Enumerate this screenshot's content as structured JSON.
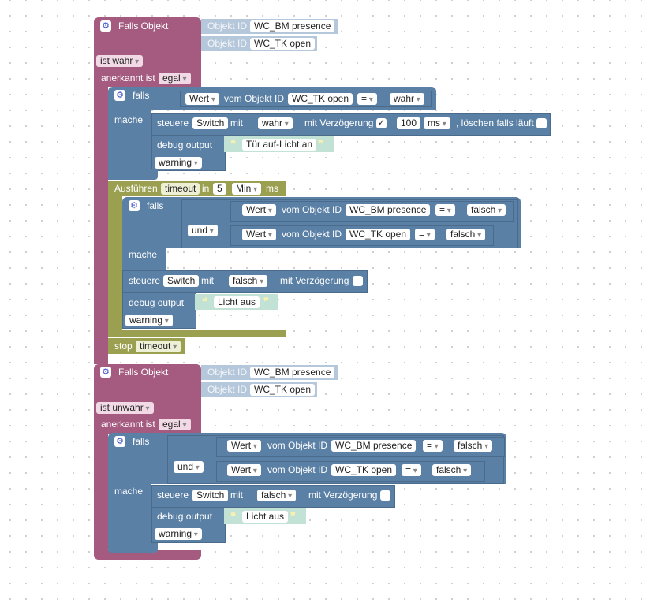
{
  "colors": {
    "event": "#a55b80",
    "logic": "#5b80a5",
    "timeout": "#9aa04f",
    "text": "#c2e2d5",
    "input": "#b5c7da"
  },
  "block1": {
    "title": "Falls Objekt",
    "obj_label": "Objekt ID",
    "obj1": "WC_BM presence",
    "obj2": "WC_TK open",
    "condition": "ist wahr",
    "ack_label": "anerkannt ist",
    "ack_value": "egal",
    "if": {
      "falls": "falls",
      "mache": "mache",
      "wert": "Wert",
      "vom": "vom Objekt ID",
      "obj": "WC_TK open",
      "op": "=",
      "val": "wahr"
    },
    "control": {
      "steuere": "steuere",
      "switch": "Switch",
      "mit": "mit",
      "value": "wahr",
      "delay_label": "mit Verzögerung",
      "check": "✓",
      "delay": "100",
      "unit": "ms",
      "clear_label": ", löschen falls läuft"
    },
    "debug": {
      "label": "debug output",
      "text": "Tür auf-Licht an",
      "level": "warning"
    },
    "timeout": {
      "label": "Ausführen",
      "name": "timeout",
      "in": "in",
      "value": "5",
      "unit": "Min",
      "ms": "ms",
      "if": {
        "falls": "falls",
        "und": "und",
        "mache": "mache",
        "wert": "Wert",
        "vom": "vom Objekt ID",
        "obj1": "WC_BM presence",
        "op1": "=",
        "val1": "falsch",
        "obj2": "WC_TK open",
        "op2": "=",
        "val2": "falsch"
      },
      "control": {
        "steuere": "steuere",
        "switch": "Switch",
        "mit": "mit",
        "value": "falsch",
        "delay_label": "mit Verzögerung"
      },
      "debug": {
        "label": "debug output",
        "text": "Licht aus",
        "level": "warning"
      }
    },
    "stop": {
      "label": "stop",
      "name": "timeout"
    }
  },
  "block2": {
    "title": "Falls Objekt",
    "obj_label": "Objekt ID",
    "obj1": "WC_BM presence",
    "obj2": "WC_TK open",
    "condition": "ist unwahr",
    "ack_label": "anerkannt ist",
    "ack_value": "egal",
    "if": {
      "falls": "falls",
      "und": "und",
      "mache": "mache",
      "wert": "Wert",
      "vom": "vom Objekt ID",
      "obj1": "WC_BM presence",
      "op1": "=",
      "val1": "falsch",
      "obj2": "WC_TK open",
      "op2": "=",
      "val2": "falsch"
    },
    "control": {
      "steuere": "steuere",
      "switch": "Switch",
      "mit": "mit",
      "value": "falsch",
      "delay_label": "mit Verzögerung"
    },
    "debug": {
      "label": "debug output",
      "text": "Licht aus",
      "level": "warning"
    }
  }
}
